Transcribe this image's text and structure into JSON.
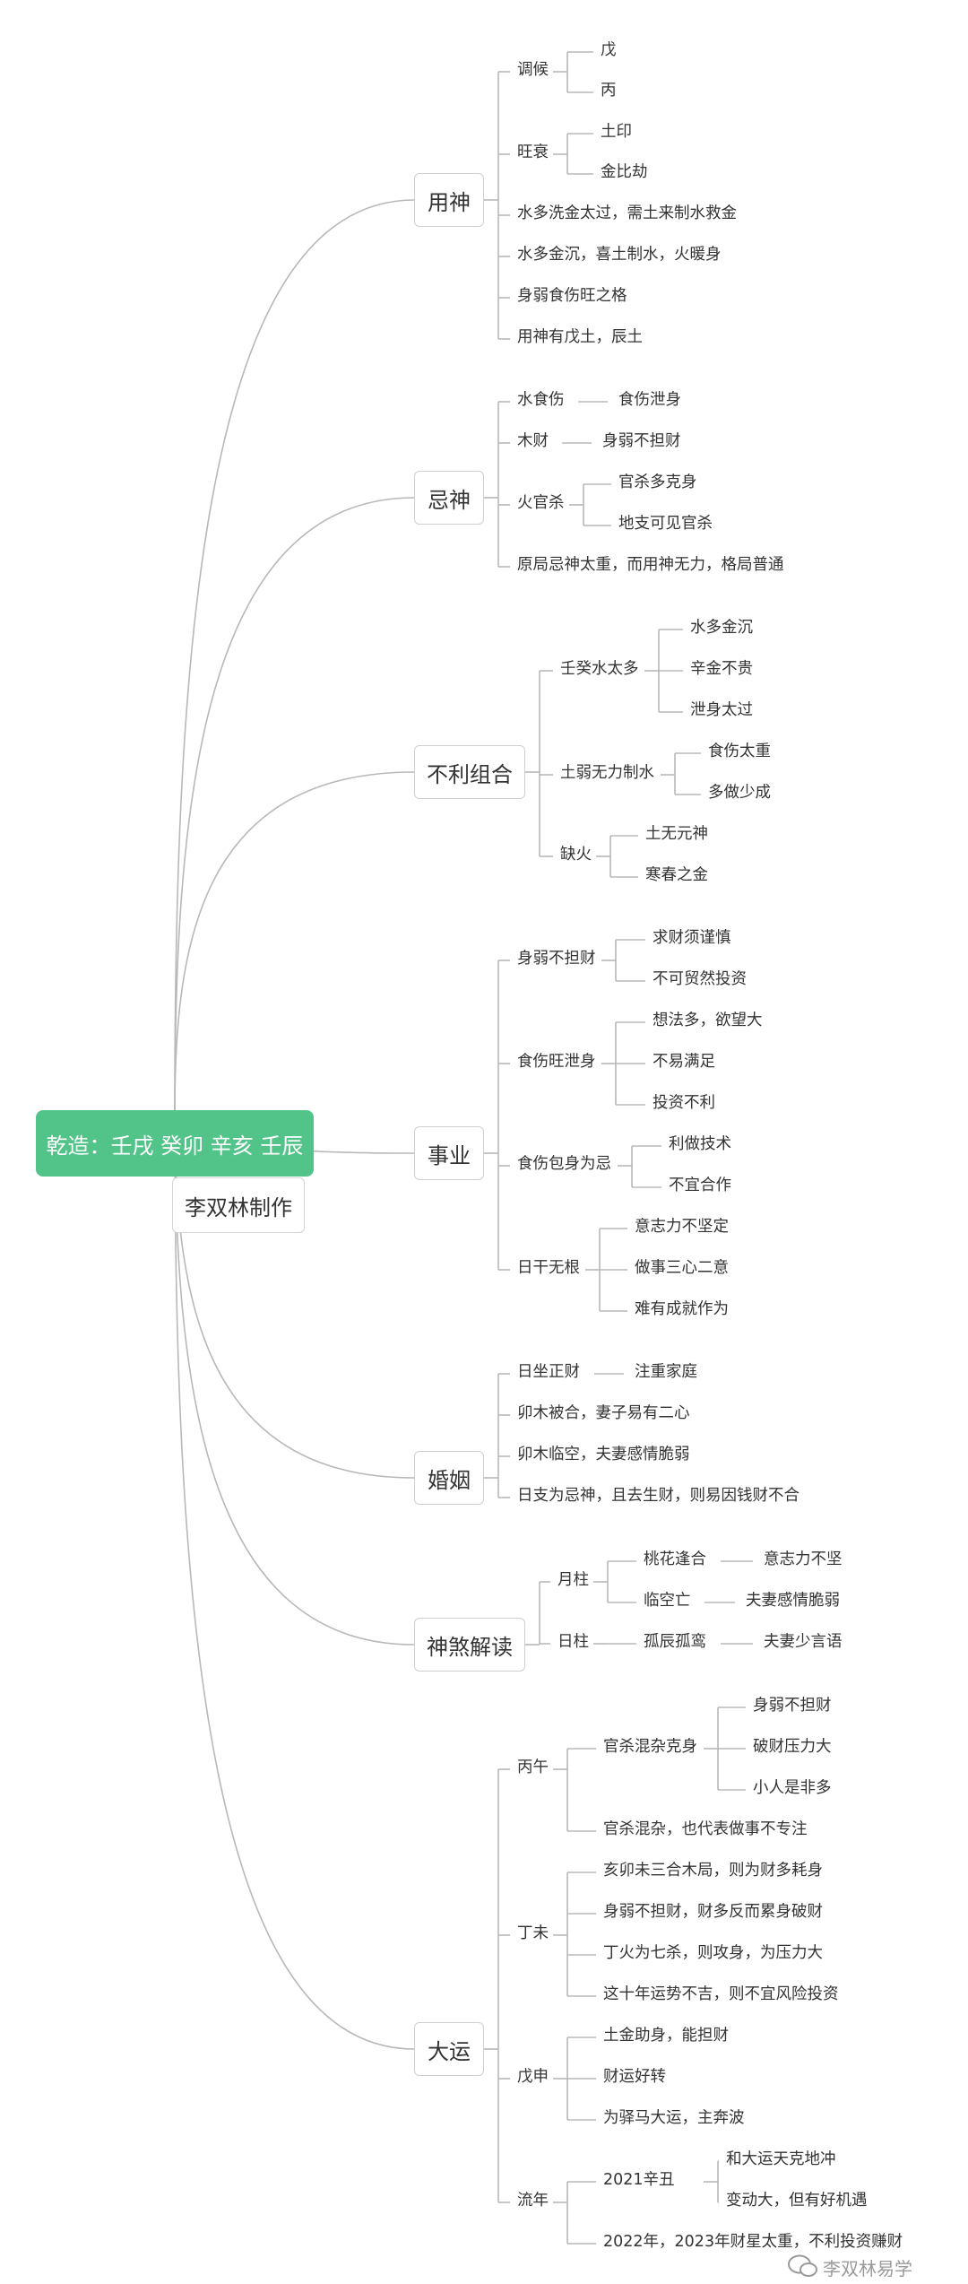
{
  "root": {
    "label": "乾造：壬戌 癸卯 辛亥 壬辰",
    "color": "#52c48a"
  },
  "author": "李双林制作",
  "watermark": "李双林易学",
  "line_color": "#b8b8b8",
  "branches": [
    {
      "label": "用神",
      "children": [
        {
          "label": "调候",
          "children": [
            {
              "label": "戊"
            },
            {
              "label": "丙"
            }
          ]
        },
        {
          "label": "旺衰",
          "children": [
            {
              "label": "土印"
            },
            {
              "label": "金比劫"
            }
          ]
        },
        {
          "label": "水多洗金太过，需土来制水救金"
        },
        {
          "label": "水多金沉，喜土制水，火暖身"
        },
        {
          "label": "身弱食伤旺之格"
        },
        {
          "label": "用神有戊土，辰土"
        }
      ]
    },
    {
      "label": "忌神",
      "children": [
        {
          "label": "水食伤",
          "children": [
            {
              "label": "食伤泄身"
            }
          ]
        },
        {
          "label": "木财",
          "children": [
            {
              "label": "身弱不担财"
            }
          ]
        },
        {
          "label": "火官杀",
          "children": [
            {
              "label": "官杀多克身"
            },
            {
              "label": "地支可见官杀"
            }
          ]
        },
        {
          "label": "原局忌神太重，而用神无力，格局普通"
        }
      ]
    },
    {
      "label": "不利组合",
      "children": [
        {
          "label": "壬癸水太多",
          "children": [
            {
              "label": "水多金沉"
            },
            {
              "label": "辛金不贵"
            },
            {
              "label": "泄身太过"
            }
          ]
        },
        {
          "label": "土弱无力制水",
          "children": [
            {
              "label": "食伤太重"
            },
            {
              "label": "多做少成"
            }
          ]
        },
        {
          "label": "缺火",
          "children": [
            {
              "label": "土无元神"
            },
            {
              "label": "寒春之金"
            }
          ]
        }
      ]
    },
    {
      "label": "事业",
      "children": [
        {
          "label": "身弱不担财",
          "children": [
            {
              "label": "求财须谨慎"
            },
            {
              "label": "不可贸然投资"
            }
          ]
        },
        {
          "label": "食伤旺泄身",
          "children": [
            {
              "label": "想法多，欲望大"
            },
            {
              "label": "不易满足"
            },
            {
              "label": "投资不利"
            }
          ]
        },
        {
          "label": "食伤包身为忌",
          "children": [
            {
              "label": "利做技术"
            },
            {
              "label": "不宜合作"
            }
          ]
        },
        {
          "label": "日干无根",
          "children": [
            {
              "label": "意志力不坚定"
            },
            {
              "label": "做事三心二意"
            },
            {
              "label": "难有成就作为"
            }
          ]
        }
      ]
    },
    {
      "label": "婚姻",
      "children": [
        {
          "label": "日坐正财",
          "children": [
            {
              "label": "注重家庭"
            }
          ]
        },
        {
          "label": "卯木被合，妻子易有二心"
        },
        {
          "label": "卯木临空，夫妻感情脆弱"
        },
        {
          "label": "日支为忌神，且去生财，则易因钱财不合"
        }
      ]
    },
    {
      "label": "神煞解读",
      "children": [
        {
          "label": "月柱",
          "children": [
            {
              "label": "桃花逢合",
              "children": [
                {
                  "label": "意志力不坚"
                }
              ]
            },
            {
              "label": "临空亡",
              "children": [
                {
                  "label": "夫妻感情脆弱"
                }
              ]
            }
          ]
        },
        {
          "label": "日柱",
          "children": [
            {
              "label": "孤辰孤鸾",
              "children": [
                {
                  "label": "夫妻少言语"
                }
              ]
            }
          ]
        }
      ]
    },
    {
      "label": "大运",
      "children": [
        {
          "label": "丙午",
          "children": [
            {
              "label": "官杀混杂克身",
              "children": [
                {
                  "label": "身弱不担财"
                },
                {
                  "label": "破财压力大"
                },
                {
                  "label": "小人是非多"
                }
              ]
            },
            {
              "label": "官杀混杂，也代表做事不专注"
            }
          ]
        },
        {
          "label": "丁未",
          "children": [
            {
              "label": "亥卯未三合木局，则为财多耗身"
            },
            {
              "label": "身弱不担财，财多反而累身破财"
            },
            {
              "label": "丁火为七杀，则攻身，为压力大"
            },
            {
              "label": "这十年运势不吉，则不宜风险投资"
            }
          ]
        },
        {
          "label": "戊申",
          "children": [
            {
              "label": "土金助身，能担财"
            },
            {
              "label": "财运好转"
            },
            {
              "label": "为驿马大运，主奔波"
            }
          ]
        },
        {
          "label": "流年",
          "children": [
            {
              "label": "2021辛丑",
              "children": [
                {
                  "label": "和大运天克地冲"
                },
                {
                  "label": "变动大，但有好机遇"
                }
              ]
            },
            {
              "label": "2022年，2023年财星太重，不利投资赚财"
            }
          ]
        }
      ]
    }
  ]
}
